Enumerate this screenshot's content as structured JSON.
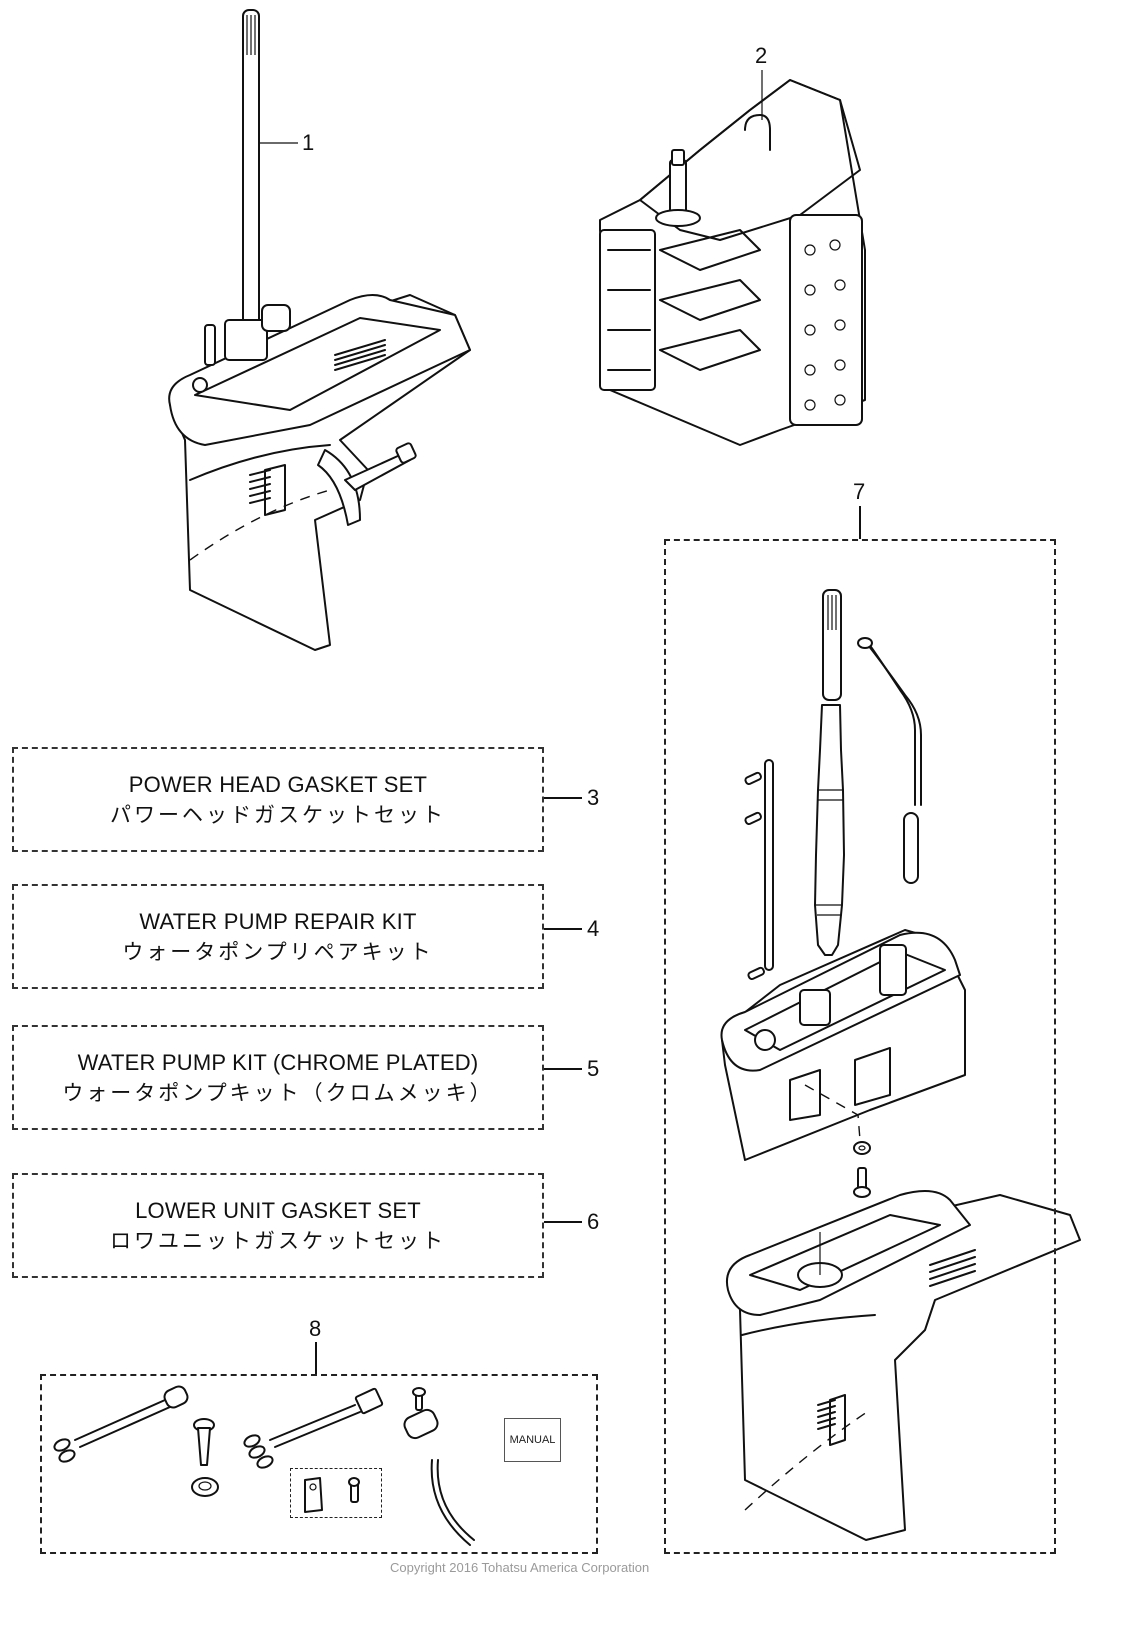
{
  "diagram": {
    "type": "parts-exploded-view",
    "callouts": [
      {
        "number": "1",
        "part": "lower-unit-assembly-with-driveshaft"
      },
      {
        "number": "2",
        "part": "power-head-block"
      },
      {
        "number": "3",
        "part": "power-head-gasket-set"
      },
      {
        "number": "4",
        "part": "water-pump-repair-kit"
      },
      {
        "number": "5",
        "part": "water-pump-kit-chrome-plated"
      },
      {
        "number": "6",
        "part": "lower-unit-gasket-set"
      },
      {
        "number": "7",
        "part": "driveshaft-housing-and-lower-unit-kit"
      },
      {
        "number": "8",
        "part": "wiring-and-accessory-kit"
      }
    ],
    "kits": [
      {
        "number": "3",
        "label_en": "POWER HEAD GASKET SET",
        "label_jp": "パワーヘッドガスケットセット"
      },
      {
        "number": "4",
        "label_en": "WATER PUMP REPAIR KIT",
        "label_jp": "ウォータポンプリペアキット"
      },
      {
        "number": "5",
        "label_en": "WATER PUMP KIT (CHROME PLATED)",
        "label_jp": "ウォータポンプキット（クロムメッキ）"
      },
      {
        "number": "6",
        "label_en": "LOWER UNIT GASKET SET",
        "label_jp": "ロワユニットガスケットセット"
      }
    ],
    "manual_label": "MANUAL",
    "copyright": "Copyright 2016 Tohatsu America Corporation"
  }
}
